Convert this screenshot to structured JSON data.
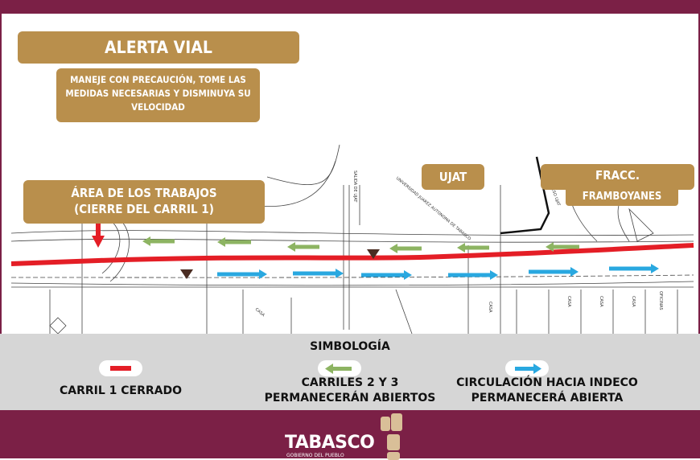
{
  "header": {
    "title": "ALERTA VIAL",
    "warning": "MANEJE CON PRECAUCIÓN, TOME LAS MEDIDAS NECESARIAS Y DISMINUYA SU VELOCIDAD"
  },
  "map": {
    "work_area": {
      "line1": "ÁREA DE LOS TRABAJOS",
      "line2": "(CIERRE DEL CARRIL 1)"
    },
    "landmarks": {
      "ujat": "UJAT",
      "fracc_line1": "FRACC.",
      "fracc_line2": "FRAMBOYANES"
    },
    "plan_labels": {
      "salida": "SALIDA DE UJAT",
      "universidad": "UNIVERSIDAD JUAREZ AUTONOMA DE TABASCO",
      "acceso": "ACCESO UJAT",
      "casa": "CASA",
      "oficinas": "OFICINAS"
    },
    "colors": {
      "closed_lane": "#e41e26",
      "open_lanes": "#8db462",
      "indeco_flow": "#29a8e0"
    }
  },
  "legend": {
    "title": "SIMBOLOGÍA",
    "items": [
      {
        "label_line1": "CARRIL 1 CERRADO",
        "label_line2": "",
        "icon": "red-dash-icon"
      },
      {
        "label_line1": "CARRILES 2 Y 3",
        "label_line2": "PERMANECERÁN ABIERTOS",
        "icon": "green-left-arrow-icon"
      },
      {
        "label_line1": "CIRCULACIÓN HACIA INDECO",
        "label_line2": "PERMANECERÁ ABIERTA",
        "icon": "blue-right-arrow-icon"
      }
    ]
  },
  "footer": {
    "logo_text": "TABASCO",
    "logo_subtext": "GOBIERNO DEL PUEBLO"
  },
  "theme": {
    "maroon": "#7b2046",
    "gold": "#b98f4c",
    "legend_bg": "#d6d6d6"
  }
}
